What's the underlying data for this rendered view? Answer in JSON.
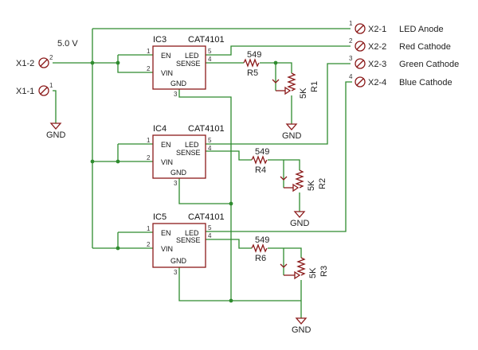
{
  "supply_label": "5.0 V",
  "connectors": {
    "x1_2": {
      "name": "X1-2",
      "pin": "2"
    },
    "x1_1": {
      "name": "X1-1",
      "pin": "1"
    },
    "x2": [
      {
        "name": "X2-1",
        "pin": "1",
        "signal": "LED Anode"
      },
      {
        "name": "X2-2",
        "pin": "2",
        "signal": "Red Cathode"
      },
      {
        "name": "X2-3",
        "pin": "3",
        "signal": "Green Cathode"
      },
      {
        "name": "X2-4",
        "pin": "4",
        "signal": "Blue Cathode"
      }
    ]
  },
  "ics": [
    {
      "ref": "IC3",
      "part": "CAT4101"
    },
    {
      "ref": "IC4",
      "part": "CAT4101"
    },
    {
      "ref": "IC5",
      "part": "CAT4101"
    }
  ],
  "ic_pins": {
    "en": "EN",
    "vin": "VIN",
    "led": "LED",
    "sense": "SENSE",
    "gnd": "GND",
    "n1": "1",
    "n2": "2",
    "n3": "3",
    "n4": "4",
    "n5": "5"
  },
  "resistors": [
    {
      "ref": "R5",
      "value": "549"
    },
    {
      "ref": "R4",
      "value": "549"
    },
    {
      "ref": "R6",
      "value": "549"
    }
  ],
  "pots": [
    {
      "ref": "R1",
      "value": "5K"
    },
    {
      "ref": "R2",
      "value": "5K"
    },
    {
      "ref": "R3",
      "value": "5K"
    }
  ],
  "gnd_label": "GND"
}
